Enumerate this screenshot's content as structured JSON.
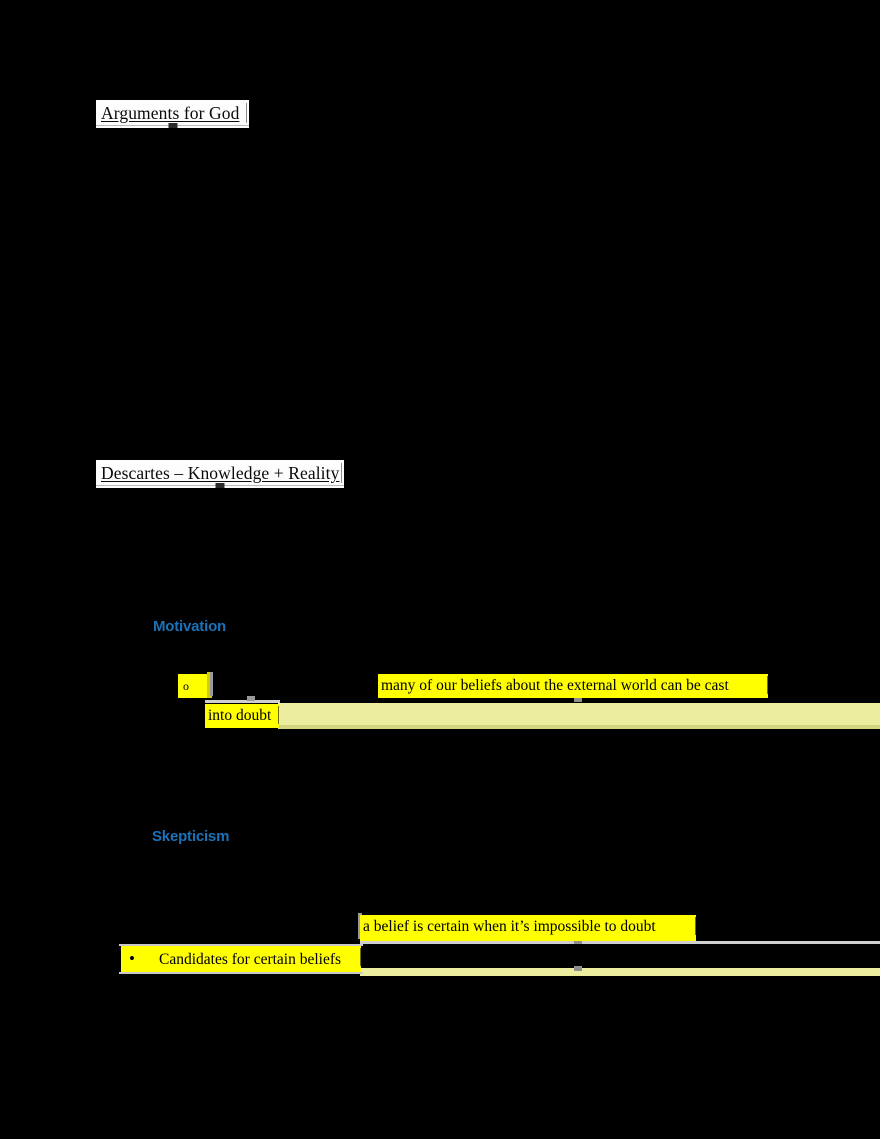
{
  "document": {
    "background_color": "#000000",
    "headings": [
      {
        "id": "arguments-for-god",
        "text": "Arguments for God"
      },
      {
        "id": "descartes-knowledge-reality",
        "text": "Descartes – Knowledge + Reality"
      }
    ],
    "blue_labels": [
      {
        "id": "blue-label-1",
        "text": "Motivation",
        "color": "#1b72b8"
      },
      {
        "id": "blue-label-2",
        "text": "Skepticism",
        "color": "#1b72b8"
      }
    ],
    "highlighted_runs": [
      {
        "id": "bullet-o",
        "marker": "o",
        "text": "",
        "highlight_color": "#ffff00"
      },
      {
        "id": "external-world",
        "text": "many of our beliefs about the external world can be cast",
        "highlight_color": "#ffff00"
      },
      {
        "id": "into-doubt",
        "text": "into doubt",
        "highlight_color": "#ffff00"
      },
      {
        "id": "belief-certain",
        "text": "a belief is certain when it’s impossible to doubt",
        "highlight_color": "#ffff00"
      },
      {
        "id": "candidates",
        "marker": "•",
        "text": "Candidates for certain beliefs",
        "highlight_color": "#ffff00"
      }
    ],
    "pale_bands": {
      "color": "#ededa0",
      "edge_color": "#d4d480"
    }
  }
}
